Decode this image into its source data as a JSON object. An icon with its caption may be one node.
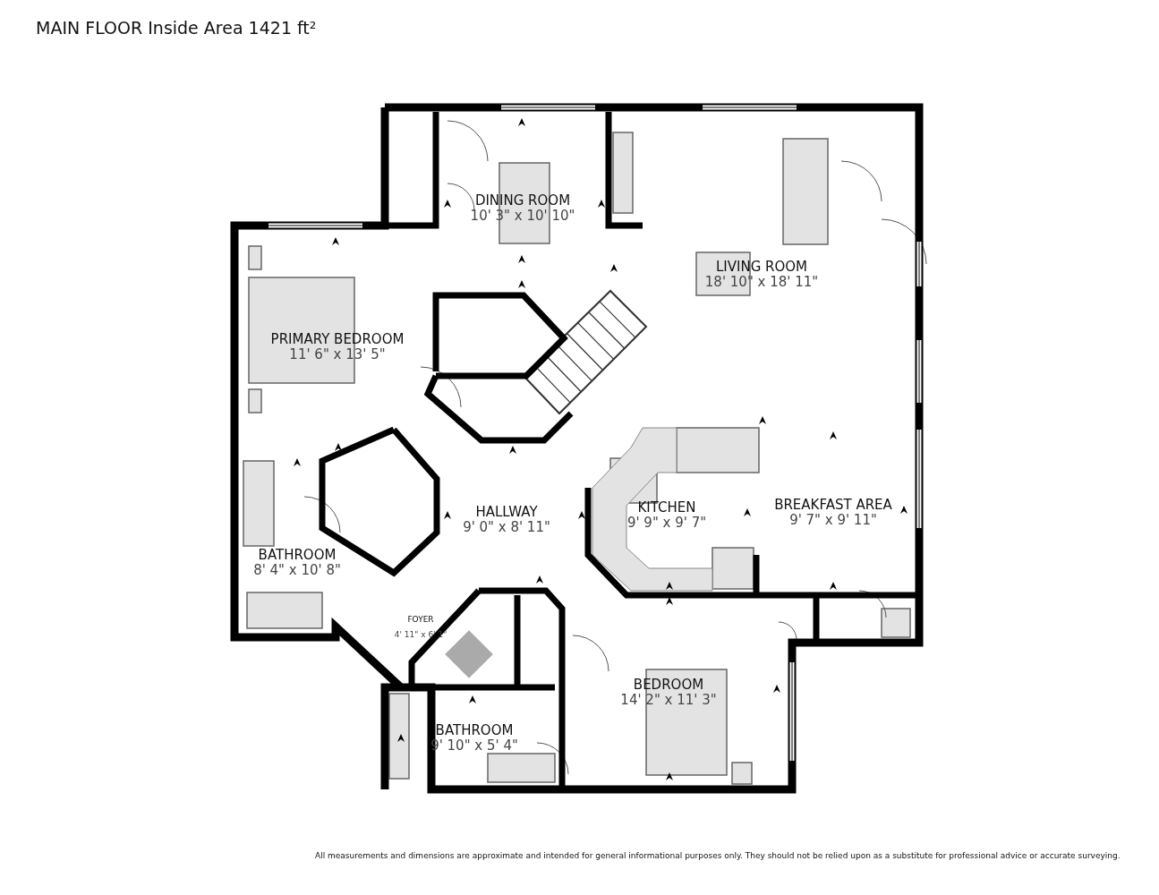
{
  "diagram": {
    "title": "MAIN FLOOR Inside Area 1421 ft²",
    "caption": "All measurements and dimensions are approximate and intended for general informational purposes only. They should not be relied upon as a substitute for professional advice or accurate surveying.",
    "nodes": [
      {
        "text": [
          "DINING ROOM",
          "10' 3\" x 10' 10\""
        ]
      },
      {
        "text": [
          "LIVING ROOM",
          "18' 10\" x 18' 11\""
        ]
      },
      {
        "text": [
          "PRIMARY BEDROOM",
          "11' 6\" x 13' 5\""
        ]
      },
      {
        "text": [
          "HALLWAY",
          "9' 0\" x 8' 11\""
        ]
      },
      {
        "text": [
          "KITCHEN",
          "9' 9\" x 9' 7\""
        ]
      },
      {
        "text": [
          "BREAKFAST AREA",
          "9' 7\" x 9' 11\""
        ]
      },
      {
        "text": [
          "BATHROOM",
          "8' 4\" x 10' 8\""
        ]
      },
      {
        "text": [
          "FOYER",
          "4' 11\" x 6' 1\""
        ]
      },
      {
        "text": [
          "BEDROOM",
          "14' 2\" x 11' 3\""
        ]
      },
      {
        "text": [
          "BATHROOM",
          "9' 10\" x 5' 4\""
        ]
      }
    ]
  }
}
